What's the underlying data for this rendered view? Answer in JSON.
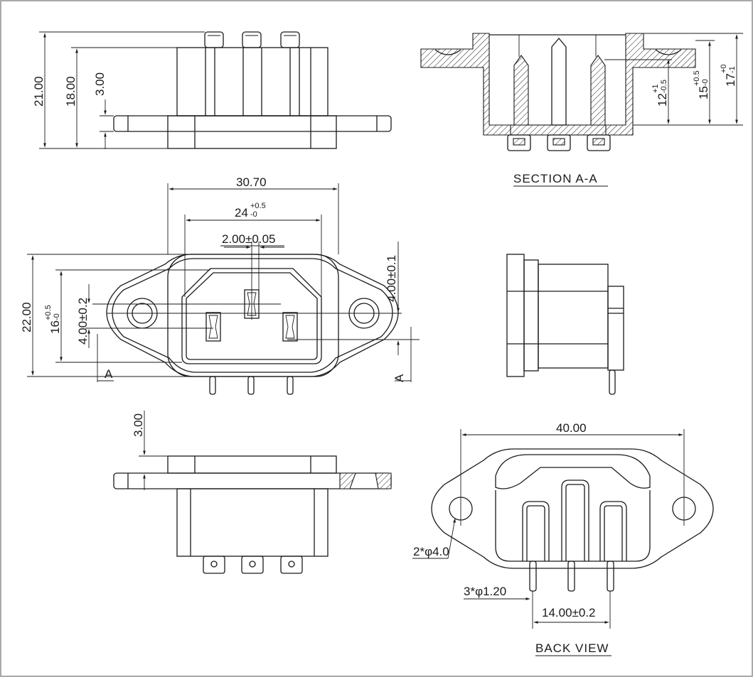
{
  "drawing": {
    "frame_color": "#aaaaaa",
    "line_color": "#1a1a1a",
    "captions": {
      "section": "SECTION A-A",
      "back_view": "BACK VIEW"
    },
    "side_view": {
      "dim_total_height": "21.00",
      "dim_body_height": "18.00",
      "dim_flange": "3.00"
    },
    "section_view": {
      "dim_a_main": "12",
      "dim_a_tol_up": "+1",
      "dim_a_tol_dn": "-0.5",
      "dim_b_main": "15",
      "dim_b_tol_up": "+0.5",
      "dim_b_tol_dn": "-0",
      "dim_c_main": "17",
      "dim_c_tol_up": "+0",
      "dim_c_tol_dn": "-1"
    },
    "front_view": {
      "dim_width": "30.70",
      "dim_inner_main": "24",
      "dim_inner_tol_up": "+0.5",
      "dim_inner_tol_dn": "-0",
      "dim_slot": "2.00±0.05",
      "dim_height": "22.00",
      "dim_inner_h_main": "16",
      "dim_inner_h_tol_up": "+0.5",
      "dim_inner_h_tol_dn": "-0",
      "dim_offset_left": "4.00±0.2",
      "dim_offset_right": "4.00±0.1",
      "section_marker_left": "A",
      "section_marker_right": "A"
    },
    "bottom_view": {
      "dim_flange": "3.00"
    },
    "back_view": {
      "dim_width": "40.00",
      "dim_holes": "2*φ4.0",
      "dim_pins": "3*φ1.20",
      "dim_pitch": "14.00±0.2"
    }
  }
}
